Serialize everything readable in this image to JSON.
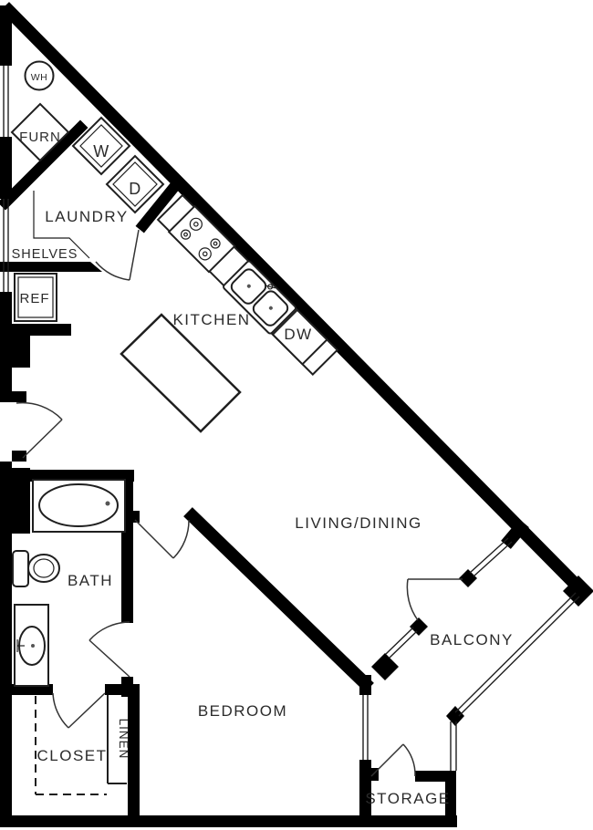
{
  "plan": {
    "rooms": {
      "laundry": "LAUNDRY",
      "shelves": "SHELVES",
      "kitchen": "KITCHEN",
      "living_dining": "LIVING/DINING",
      "bath": "BATH",
      "bedroom": "BEDROOM",
      "closet": "CLOSET",
      "linen": "LINEN",
      "balcony": "BALCONY",
      "storage": "STORAGE"
    },
    "appliances": {
      "water_heater": "WH",
      "furnace": "FURN",
      "washer": "W",
      "dryer": "D",
      "refrigerator": "REF",
      "dishwasher": "DW"
    },
    "fixtures": [
      "water-heater-circle",
      "furnace-diamond",
      "washer-box",
      "dryer-box",
      "shelves-unit-outline",
      "refrigerator-box",
      "stove-cooktop",
      "double-basin-sink",
      "dishwasher-box",
      "kitchen-island",
      "bathtub",
      "toilet",
      "vanity-sink",
      "linen-shelf",
      "closet-dashed-outline",
      "balcony-railing",
      "door-swing-arcs"
    ],
    "colors": {
      "wall": "#000000",
      "line": "#1f1f1f",
      "door_arc": "#333333",
      "background": "#ffffff",
      "text": "#2b2b2b",
      "drain_dot": "#555555"
    }
  }
}
